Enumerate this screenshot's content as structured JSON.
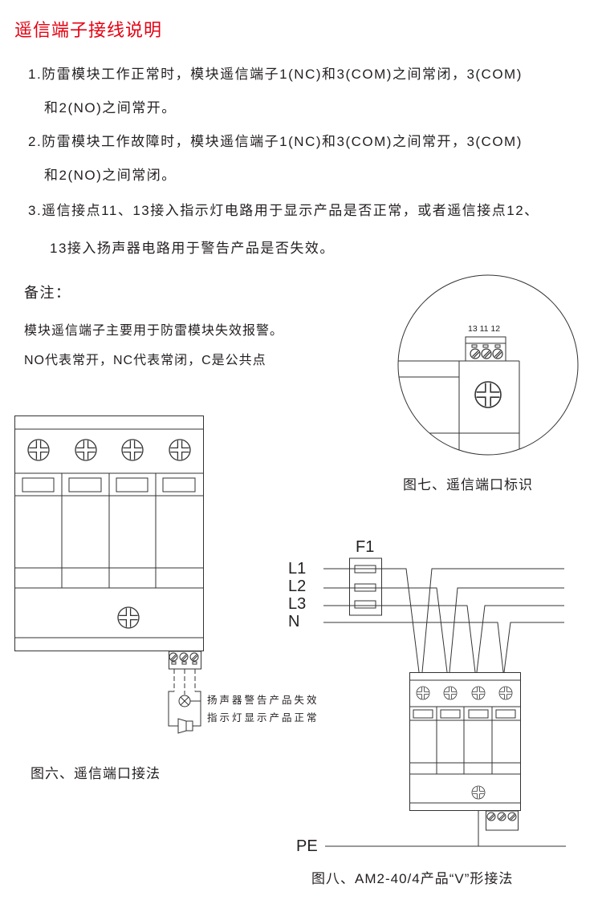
{
  "title": "遥信端子接线说明",
  "instructions": [
    {
      "line1": "1.防雷模块工作正常时，模块遥信端子1(NC)和3(COM)之间常闭，3(COM)",
      "line2": "和2(NO)之间常开。"
    },
    {
      "line1": "2.防雷模块工作故障时，模块遥信端子1(NC)和3(COM)之间常开，3(COM)",
      "line2": "和2(NO)之间常闭。"
    },
    {
      "line1": "3.遥信接点11、13接入指示灯电路用于显示产品是否正常，或者遥信接点12、",
      "line2": "13接入扬声器电路用于警告产品是否失效。"
    }
  ],
  "notes": {
    "heading": "备注：",
    "lines": [
      "模块遥信端子主要用于防雷模块失效报警。",
      "NO代表常开，NC代表常闭，C是公共点"
    ]
  },
  "figure6": {
    "caption": "图六、遥信端口接法",
    "speaker_label": "扬声器警告产品失效",
    "lamp_label": "指示灯显示产品正常"
  },
  "figure7": {
    "caption": "图七、遥信端口标识",
    "terminal_numbers": "13 11 12"
  },
  "figure8": {
    "caption": "图八、AM2-40/4产品“V”形接法",
    "fuse_label": "F1",
    "lines": [
      "L1",
      "L2",
      "L3",
      "N"
    ],
    "pe_label": "PE"
  }
}
